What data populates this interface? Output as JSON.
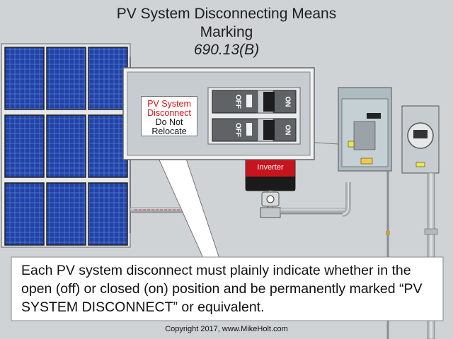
{
  "title": {
    "line1": "PV System Disconnecting Means",
    "line2": "Marking",
    "line3": "690.13(B)"
  },
  "label": {
    "line1": "PV System",
    "line2": "Disconnect",
    "line3": "Do Not",
    "line4": "Relocate"
  },
  "switch": {
    "off_label": "OFF",
    "on_label": "ON"
  },
  "inverter_label": "Inverter",
  "callout": "Each PV system disconnect must plainly indicate whether in the open (off) or closed (on) position and be permanently marked “PV SYSTEM DISCONNECT” or equivalent.",
  "copyright": "Copyright 2017, www.MikeHolt.com",
  "colors": {
    "background": "#cfd3d6",
    "panel_blue": "#1d3ea0",
    "inverter_red": "#c8141c",
    "conduit": "#b9bcc0",
    "label_red": "#dd1111"
  }
}
